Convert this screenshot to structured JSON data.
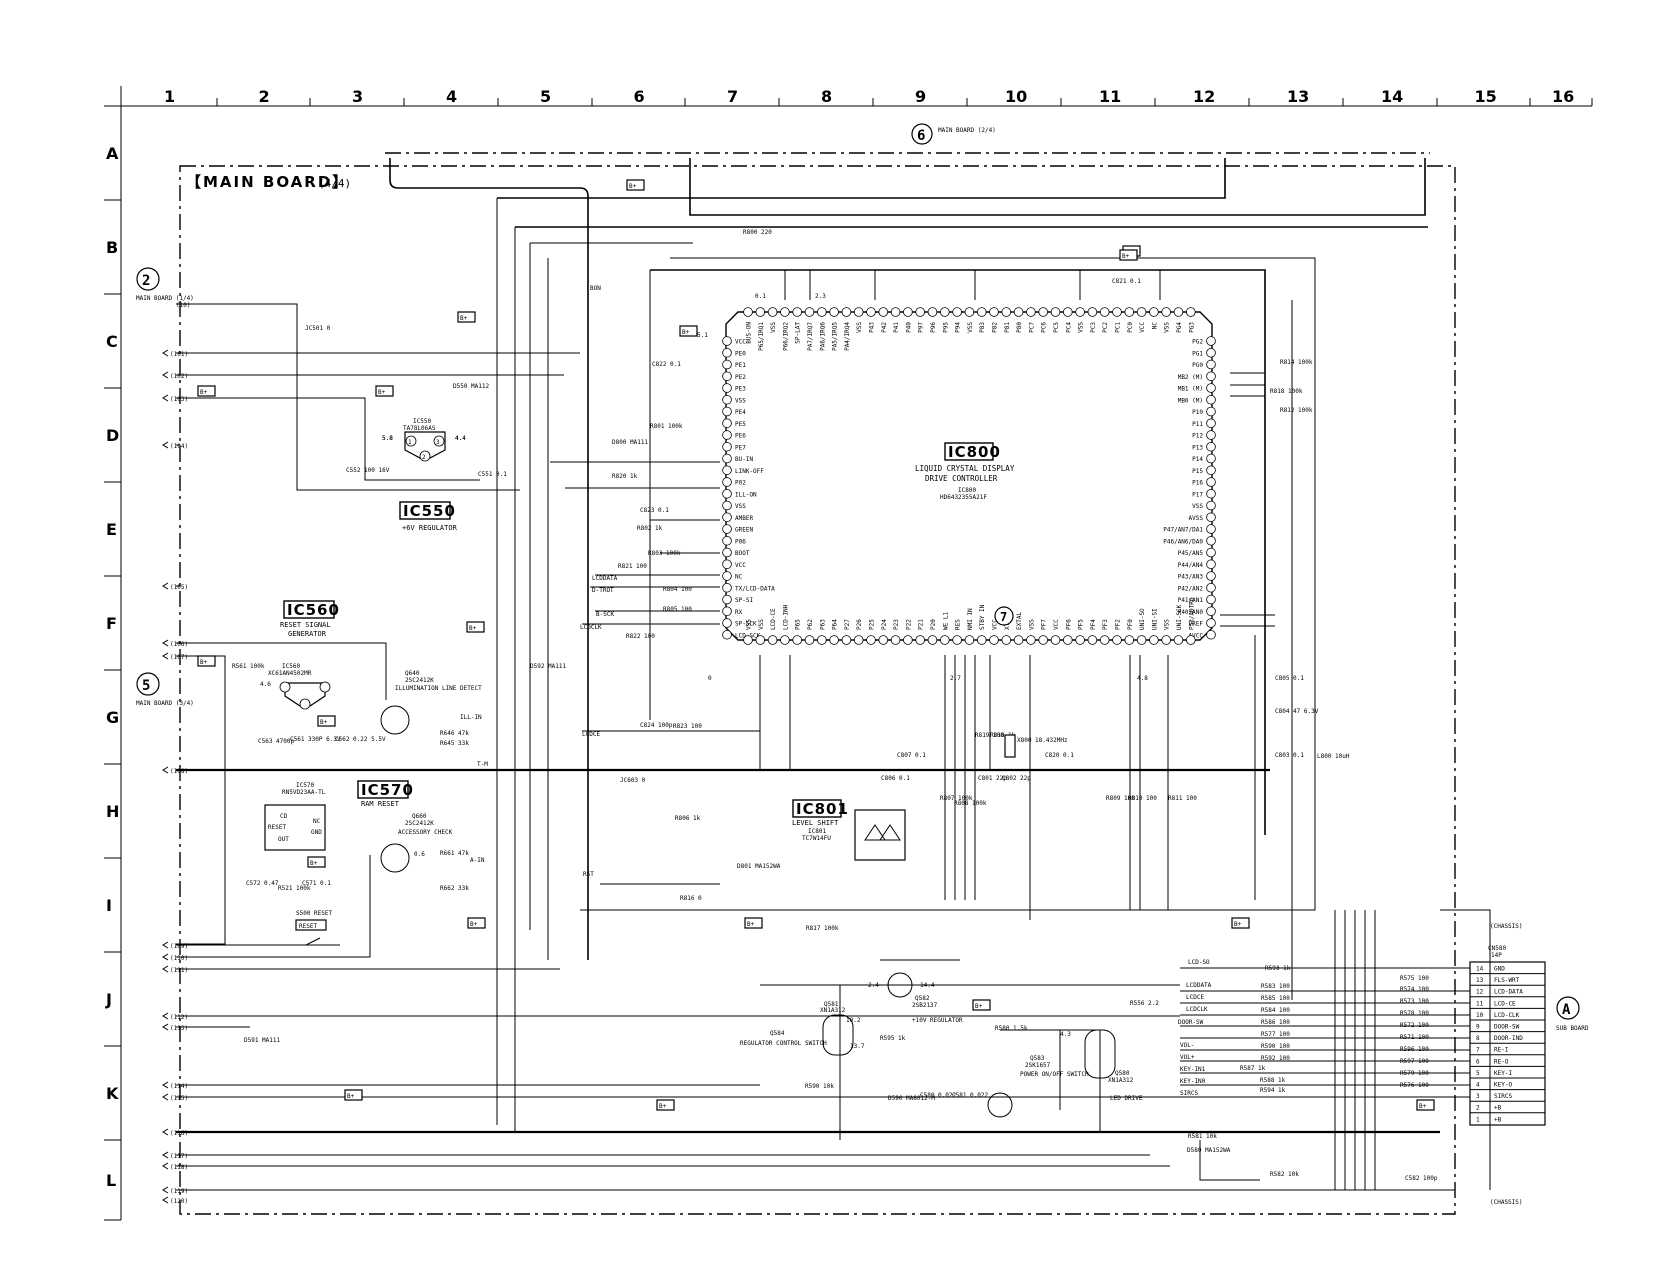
{
  "grid": {
    "columns": [
      "1",
      "2",
      "3",
      "4",
      "5",
      "6",
      "7",
      "8",
      "9",
      "10",
      "11",
      "12",
      "13",
      "14",
      "15",
      "16"
    ],
    "rows": [
      "A",
      "B",
      "C",
      "D",
      "E",
      "F",
      "G",
      "H",
      "I",
      "J",
      "K",
      "L"
    ]
  },
  "board": {
    "title": "【MAIN BOARD】",
    "part": "(4/4)"
  },
  "ic800": {
    "name": "IC800",
    "desc1": "LIQUID CRYSTAL DISPLAY",
    "desc2": "DRIVE CONTROLLER",
    "ref": "IC800",
    "part": "HD6432355A21F",
    "left_pins": [
      "VCC",
      "PE0",
      "PE1",
      "PE2",
      "PE3",
      "VSS",
      "PE4",
      "PE5",
      "PE6",
      "PE7",
      "BU-IN",
      "LINK-OFF",
      "P02",
      "ILL-ON",
      "VSS",
      "AMBER",
      "GREEN",
      "P06",
      "BOOT",
      "VCC",
      "NC",
      "TX/LCD-DATA",
      "SP-SI",
      "RX",
      "SP-SCK",
      "LCD-SCK"
    ],
    "right_pins": [
      "PG2",
      "PG1",
      "PG0",
      "MB2 (M)",
      "MB1 (M)",
      "MB0 (M)",
      "P10",
      "P11",
      "P12",
      "P13",
      "P14",
      "P15",
      "P16",
      "P17",
      "VSS",
      "AVSS",
      "P47/AN7/DA1",
      "P46/AN6/DA0",
      "P45/AN5",
      "P44/AN4",
      "P43/AN3",
      "P42/AN2",
      "P41/AN1",
      "P40/AN0",
      "VREF",
      "AVCC"
    ],
    "top_pins": [
      "BUS-ON",
      "P65/IRQ1",
      "VSS",
      "P66/IRQ2",
      "SP-LAT",
      "PA7/IRQ7",
      "PA6/IRQ6",
      "PA5/IRQ5",
      "PA4/IRQ4",
      "VSS",
      "P43",
      "P42",
      "P41",
      "P40",
      "P97",
      "P96",
      "P95",
      "P94",
      "VSS",
      "P83",
      "P82",
      "P81",
      "P80",
      "PC7",
      "PC6",
      "PC5",
      "PC4",
      "VSS",
      "PC3",
      "PC2",
      "PC1",
      "PC0",
      "VCC",
      "NC",
      "VSS",
      "PG4",
      "PG3"
    ],
    "bottom_pins": [
      "VSS",
      "VSS",
      "LCD-CE",
      "LCD-INH",
      "P65",
      "P62",
      "P63",
      "P64",
      "P27",
      "P26",
      "P25",
      "P24",
      "P23",
      "P22",
      "P21",
      "P20",
      "WE L1",
      "RES",
      "NMI IN",
      "STBY IN",
      "VCC",
      "XTAL",
      "EXTAL",
      "VSS",
      "PF7",
      "VCC",
      "PF6",
      "PF5",
      "PF4",
      "PF3",
      "PF2",
      "PF0",
      "UNI-SO",
      "UNI-SI",
      "VSS",
      "UNI-SCK",
      "P53/ADTRG"
    ]
  },
  "ic550": {
    "name": "IC550",
    "desc": "+6V REGULATOR",
    "ref": "IC550",
    "part": "TA78L06AS"
  },
  "ic560": {
    "name": "IC560",
    "desc1": "RESET SIGNAL",
    "desc2": "GENERATOR",
    "ref": "IC560",
    "part": "XC61AN4502MR"
  },
  "ic570": {
    "name": "IC570",
    "desc": "RAM RESET",
    "ref": "IC570",
    "part": "RN5VD23AA-TL",
    "pins": [
      "CD",
      "RESET",
      "OUT",
      "NC",
      "GND"
    ]
  },
  "ic801": {
    "name": "IC801",
    "desc": "LEVEL SHIFT",
    "ref": "IC801",
    "part": "TC7W14FU"
  },
  "transistors": [
    {
      "ref": "Q640",
      "part": "2SC2412K",
      "desc": "ILLUMINATION LINE DETECT"
    },
    {
      "ref": "Q660",
      "part": "2SC2412K",
      "desc": "ACCESSORY CHECK"
    },
    {
      "ref": "Q584",
      "part": "",
      "desc": "REGULATOR CONTROL SWITCH"
    },
    {
      "ref": "Q581",
      "part": "XN1A312",
      "desc": ""
    },
    {
      "ref": "Q582",
      "part": "2SB2137",
      "desc": "+10V REGULATOR"
    },
    {
      "ref": "Q583",
      "part": "2SK1657",
      "desc": "POWER ON/OFF SWITCH"
    },
    {
      "ref": "Q580",
      "part": "XN1A312",
      "desc": "LED DRIVE"
    }
  ],
  "connectors": {
    "main_board_2": {
      "num": "2",
      "label": "MAIN BOARD (1/4)",
      "pins": [
        "10"
      ]
    },
    "main_board_5": {
      "num": "5",
      "label": "MAIN BOARD (3/4)",
      "pins": [
        "101",
        "102",
        "103",
        "104",
        "105",
        "106",
        "107",
        "108",
        "109",
        "110",
        "111",
        "112",
        "113",
        "114",
        "115",
        "116",
        "117",
        "118",
        "119",
        "120"
      ]
    },
    "main_board_6": {
      "num": "6",
      "label": "MAIN BOARD (2/4)"
    },
    "sub_board_a": {
      "num": "A",
      "label": "SUB BOARD"
    },
    "cn580": {
      "ref": "CN580",
      "pins_label": "14P",
      "pins": [
        {
          "n": "14",
          "name": "GND"
        },
        {
          "n": "13",
          "name": "FLS-WRT"
        },
        {
          "n": "12",
          "name": "LCD-DATA"
        },
        {
          "n": "11",
          "name": "LCD-CE"
        },
        {
          "n": "10",
          "name": "LCD-CLK"
        },
        {
          "n": "9",
          "name": "DOOR-SW"
        },
        {
          "n": "8",
          "name": "DOOR-IND"
        },
        {
          "n": "7",
          "name": "RE-I"
        },
        {
          "n": "6",
          "name": "RE-O"
        },
        {
          "n": "5",
          "name": "KEY-I"
        },
        {
          "n": "4",
          "name": "KEY-O"
        },
        {
          "n": "3",
          "name": "SIRCS"
        },
        {
          "n": "2",
          "name": "+B"
        },
        {
          "n": "1",
          "name": "+B"
        }
      ]
    },
    "chassis": "(CHASSIS)"
  },
  "nets": {
    "left_signals": [
      "BON",
      "LCDDATA",
      "D-TROT",
      "B-SCK",
      "LCDCLK",
      "LCDCE",
      "RST",
      "ILL-IN",
      "T-M",
      "A-IN"
    ],
    "right_signals": [
      "LCD-SO",
      "LCDDATA",
      "LCDCE",
      "LCDCLK",
      "DOOR-SW",
      "VOL-",
      "VOL+",
      "KEY-IN1",
      "KEY-IN0",
      "SIRCS"
    ],
    "bplus": "B+",
    "markers": [
      "7"
    ]
  },
  "components": {
    "caps": [
      "C552 100 16V",
      "C551 0.1",
      "C563 4700p",
      "C561 330P 6.3V",
      "C562 0.22 5.5V",
      "C572 0.47",
      "C571 0.1",
      "C822 0.1",
      "C823 0.1",
      "C824 100p",
      "C821 0.1",
      "C805 0.1",
      "C804 47 6.3V",
      "C803 0.1",
      "C807 0.1",
      "C806 0.1",
      "C801 22p",
      "C802 22p",
      "C820 0.1",
      "C580 0.022",
      "C581 0.022",
      "C582 100p"
    ],
    "res": [
      "R800 220",
      "R801 100k",
      "R802 1k",
      "R803 100k",
      "R804 100",
      "R805 100",
      "R820 1k",
      "R821 100",
      "R822 100",
      "R823 100",
      "R814 100k",
      "R818 100k",
      "R812 100k",
      "R806 1k",
      "R817 100k",
      "R816 0",
      "R809 100",
      "R810 100",
      "R811 100",
      "R818 1k",
      "R819 100",
      "R807 100k",
      "R808 100k",
      "R561 100k",
      "R645 33k",
      "R646 47k",
      "R661 47k",
      "R662 33k",
      "R521 100k",
      "R583 100",
      "R585 100",
      "R584 100",
      "R586 100",
      "R577 100",
      "R590 100",
      "R592 100",
      "R587 1k",
      "R588 1k",
      "R594 1k",
      "R575 100",
      "R574 100",
      "R573 100",
      "R578 100",
      "R572 100",
      "R571 100",
      "R596 100",
      "R597 100",
      "R579 100",
      "R576 100",
      "R593 1k",
      "R595 1k",
      "R590 10k",
      "R580 1.5k",
      "R556 2.2",
      "R581 10k",
      "R582 10k"
    ],
    "diodes": [
      "D550 MA112",
      "D800 MA111",
      "D592 MA111",
      "D801 MA152WA",
      "D590 MA8012-M",
      "D591 MA111",
      "D580 MA152WA"
    ],
    "misc": [
      "X800 18.432MHz",
      "L800 10uH",
      "JC501 0",
      "JC603 0",
      "S500 RESET"
    ]
  },
  "voltages": [
    "5.8",
    "4.4",
    "0.1",
    "2.3",
    "5.1",
    "4.6",
    "0.6",
    "0",
    "2.7",
    "2.4",
    "14.4",
    "10.2",
    "13.7",
    "4.3",
    "4.8"
  ]
}
